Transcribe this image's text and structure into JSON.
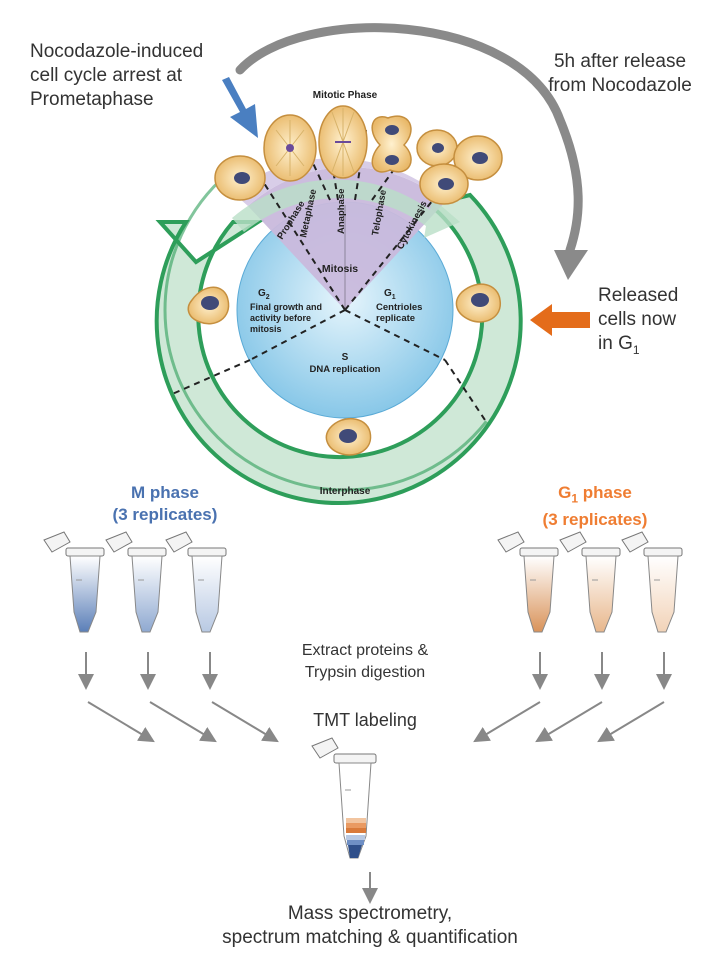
{
  "annotations": {
    "arrest": [
      "Nocodazole-induced",
      "cell cycle arrest at",
      "Prometaphase"
    ],
    "release": [
      "5h after release",
      "from Nocodazole"
    ],
    "released_cells": [
      "Released",
      "cells now",
      "in G",
      "1"
    ]
  },
  "cycle": {
    "mitotic_phase": "Mitotic Phase",
    "interphase": "Interphase",
    "mitosis": "Mitosis",
    "stages": [
      "Prophase",
      "Metaphase",
      "Anaphase",
      "Telophase",
      "Cytokinesis"
    ],
    "g2": {
      "symbol": "G",
      "sub": "2",
      "lines": [
        "Final growth and",
        "activity before",
        "mitosis"
      ]
    },
    "g1": {
      "symbol": "G",
      "sub": "1",
      "lines": [
        "Centrioles",
        "replicate"
      ]
    },
    "s": {
      "symbol": "S",
      "lines": [
        "DNA replication"
      ]
    }
  },
  "groups": {
    "m": {
      "title": "M phase",
      "subtitle": "(3 replicates)",
      "color": "#4a72b0"
    },
    "g1": {
      "title_symbol": "G",
      "title_sub": "1",
      "title_rest": " phase",
      "subtitle": "(3 replicates)",
      "color": "#ef7d32"
    }
  },
  "steps": {
    "extract": [
      "Extract proteins &",
      "Trypsin digestion"
    ],
    "tmt": "TMT labeling",
    "ms": [
      "Mass spectrometry,",
      "spectrum matching & quantification"
    ]
  },
  "colors": {
    "ring": "#cfe8d7",
    "ring_stroke": "#2e9e5a",
    "inner": "#9fd0ea",
    "mitosis_wedge": "#c9b9dc",
    "cell": "#f6d89a",
    "nucleus": "#404a78",
    "blue_arrow": "#4a7fc1",
    "orange_arrow": "#e46c1a",
    "grey_arrow": "#888888"
  }
}
